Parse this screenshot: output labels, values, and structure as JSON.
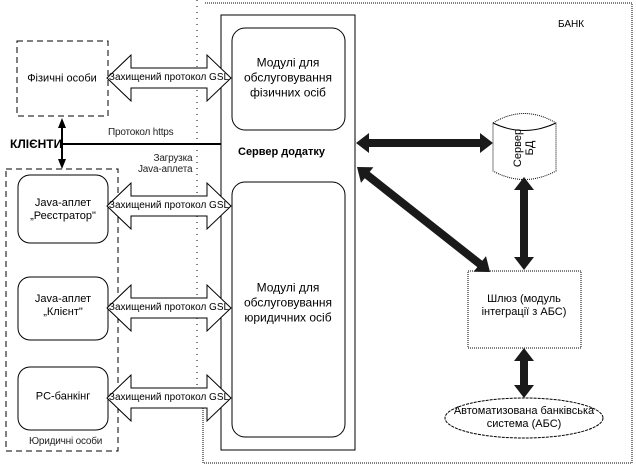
{
  "bank": {
    "label": "БАНК"
  },
  "clients": {
    "label": "КЛІЄНТИ",
    "individuals": {
      "label": "Фізичні особи"
    },
    "legal_entities": {
      "label": "Юридичні особи",
      "items": [
        {
          "label": "Java-аплет\n„Реєстратор\""
        },
        {
          "label": "Java-аплет\n„Клієнт\""
        },
        {
          "label": "PC-банкінг"
        }
      ]
    }
  },
  "connections": {
    "secure_protocol": "Захищений протокол GSL",
    "https": "Протокол https",
    "java_download": "Загрузка\nJava-аплета"
  },
  "app_server": {
    "label": "Сервер додатку",
    "modules": [
      {
        "label": "Модулі для\nобслуговування\nфізичних осіб"
      },
      {
        "label": "Модулі для\nобслуговування\nюридичних осіб"
      }
    ]
  },
  "db_server": {
    "label": "Сервер\nБД"
  },
  "gateway": {
    "label": "Шлюз (модуль\nінтеграції з АБС)"
  },
  "abs": {
    "label": "Автоматизована банківська\nсистема (АБС)"
  },
  "colors": {
    "line": "#000000",
    "arrow_fill": "#1a1a1a",
    "background": "#ffffff"
  }
}
